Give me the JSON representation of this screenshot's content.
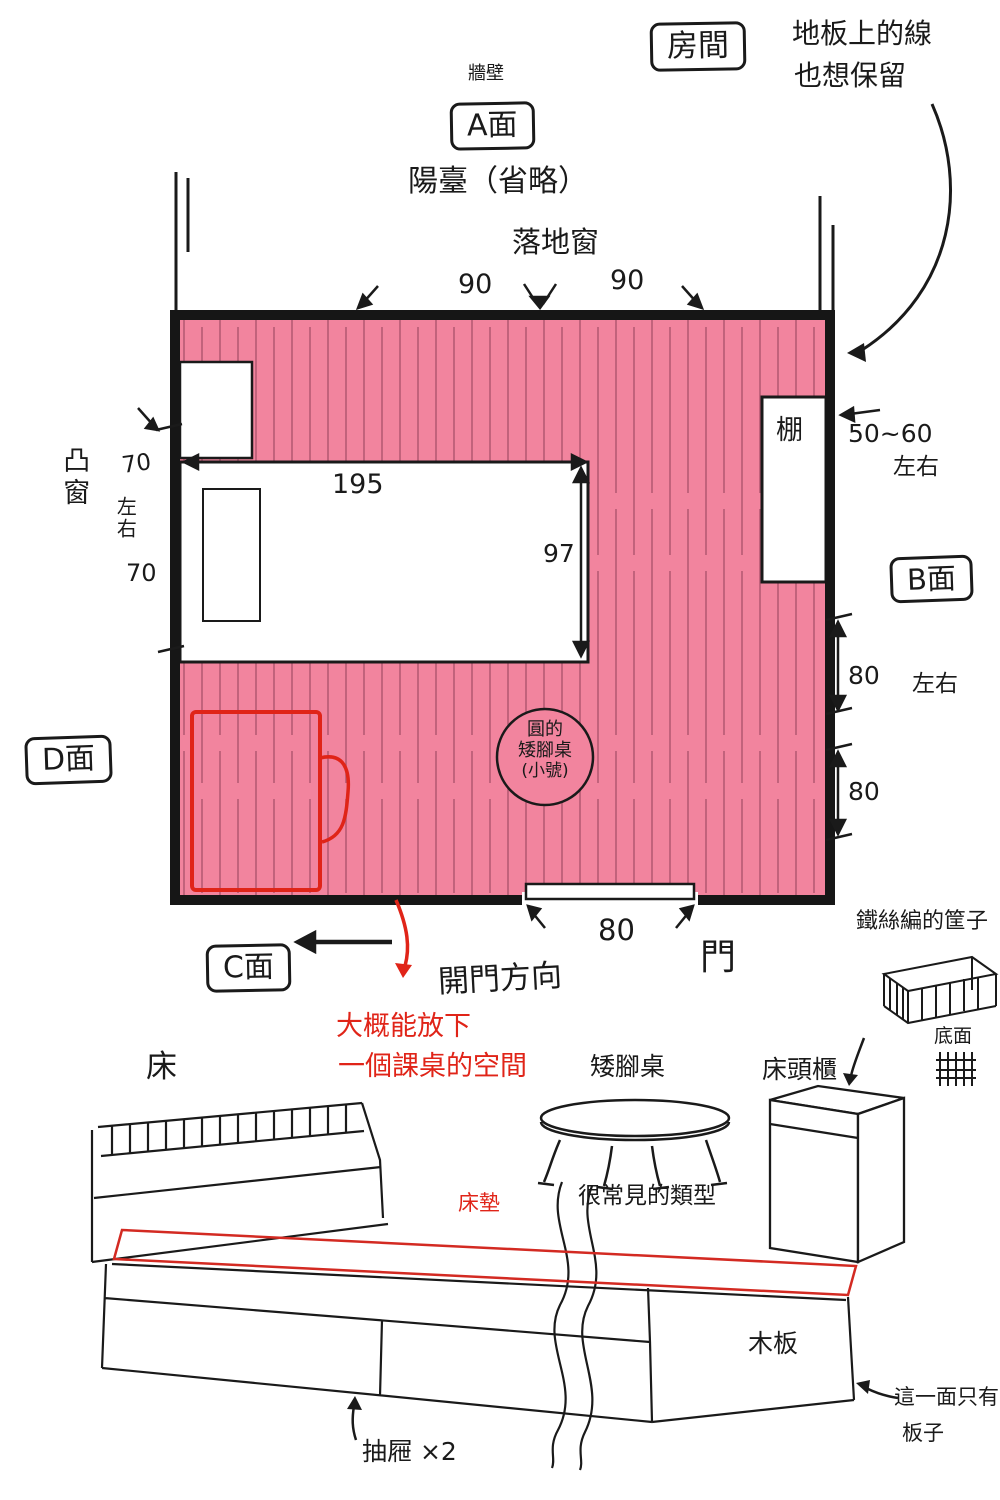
{
  "colors": {
    "floor": "#f2849e",
    "plank": "#a85068",
    "ink": "#1a1a1a",
    "red": "#e02418"
  },
  "plan": {
    "room_tag": "房間",
    "floor_note_1": "地板上的線",
    "floor_note_2": "也想保留",
    "wall_label": "牆壁",
    "side_a": "A面",
    "side_b": "B面",
    "side_c": "C面",
    "side_d": "D面",
    "balcony": "陽臺（省略）",
    "window": "落地窗",
    "win_dim_left": "90",
    "win_dim_right": "90",
    "bay_window": "凸窗",
    "bay_dim_top": "70",
    "bay_approx": "左右",
    "bay_dim_bottom": "70",
    "bed_dim_w": "195",
    "bed_dim_h": "97",
    "shelf": "棚",
    "shelf_dim": "50~60",
    "shelf_approx": "左右",
    "right_dim_1": "80",
    "right_approx": "左右",
    "right_dim_2": "80",
    "round_table_1": "圓的",
    "round_table_2": "矮腳桌",
    "round_table_3": "(小號)",
    "door_dim": "80",
    "door": "門",
    "door_dir": "開門方向",
    "desk_note_1": "大概能放下",
    "desk_note_2": "一個課桌的空間"
  },
  "furniture": {
    "bed": "床",
    "mattress": "床墊",
    "drawers": "抽屜 ×2",
    "plank": "木板",
    "plank_note_1": "這一面只有",
    "plank_note_2": "板子",
    "low_table": "矮腳桌",
    "low_table_note": "很常見的類型",
    "nightstand": "床頭櫃",
    "basket": "鐵絲編的筐子",
    "basket_bottom": "底面"
  }
}
